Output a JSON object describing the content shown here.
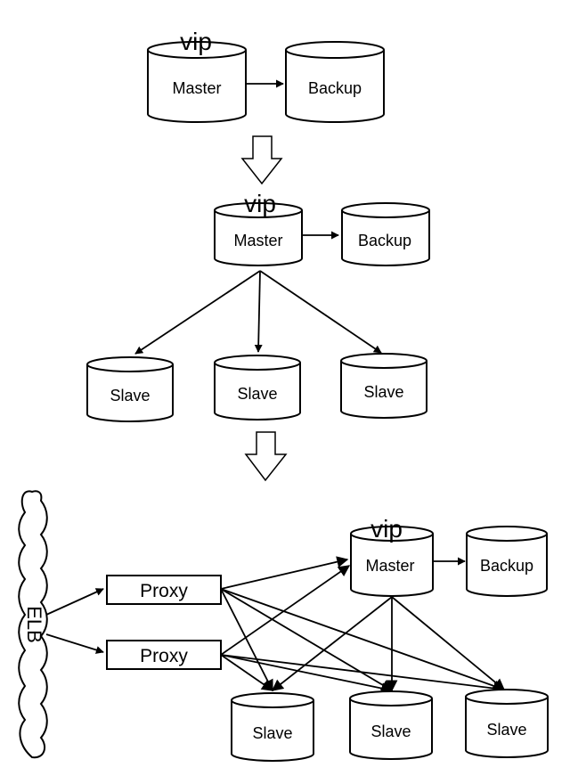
{
  "stage1": {
    "vip": "vip",
    "master": "Master",
    "backup": "Backup"
  },
  "stage2": {
    "vip": "vip",
    "master": "Master",
    "backup": "Backup",
    "slaves": [
      "Slave",
      "Slave",
      "Slave"
    ]
  },
  "stage3": {
    "elb": "ELB",
    "proxies": [
      "Proxy",
      "Proxy"
    ],
    "vip": "vip",
    "master": "Master",
    "backup": "Backup",
    "slaves": [
      "Slave",
      "Slave",
      "Slave"
    ]
  }
}
